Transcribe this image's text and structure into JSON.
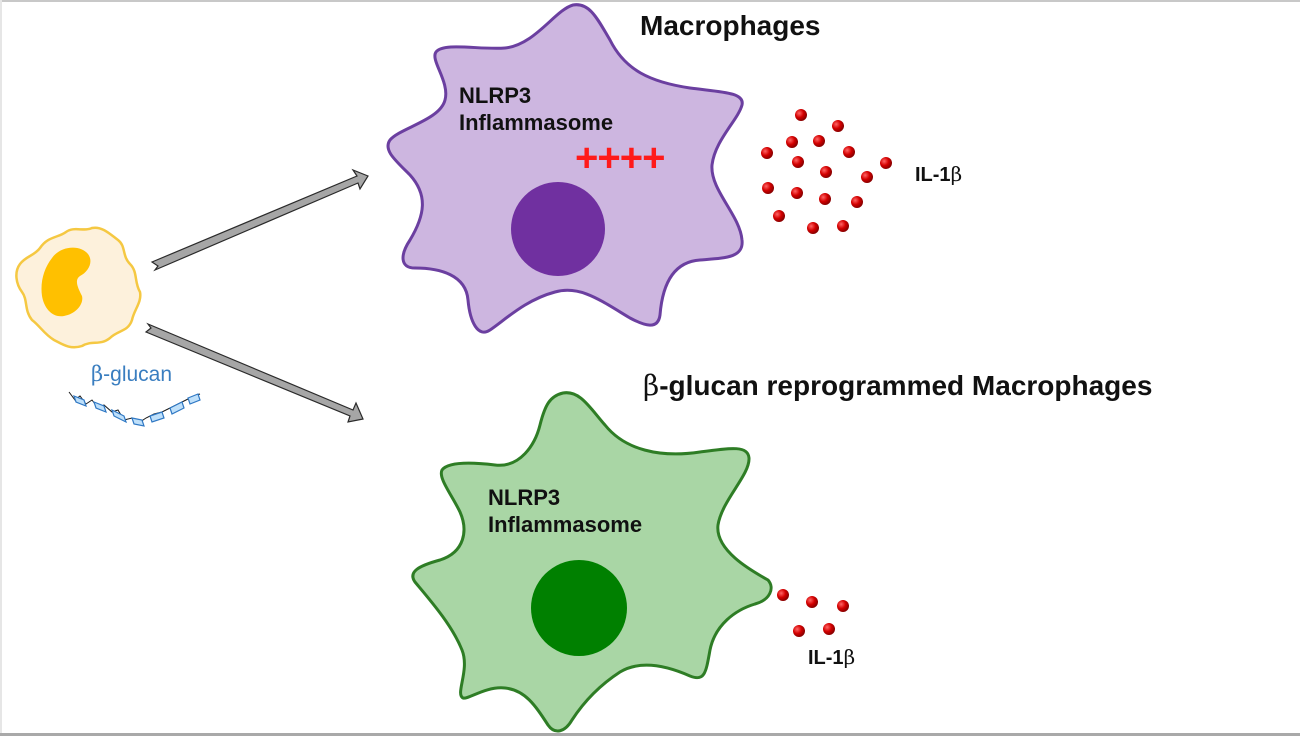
{
  "figure": {
    "top_population": {
      "title": "Macrophages",
      "inflammasome_line1": "NLRP3",
      "inflammasome_line2": "Inflammasome",
      "activity_marker": "++++",
      "cytokine_label_prefix": "IL-1",
      "cytokine_label_greek": "β",
      "cytokine_particle_count": 17,
      "cell_fill": "#cdb6e0",
      "cell_outline": "#6b3fa0",
      "nucleus_color": "#7030a0"
    },
    "bottom_population": {
      "title_greek": "β",
      "title": "-glucan reprogrammed Macrophages",
      "inflammasome_line1": "NLRP3",
      "inflammasome_line2": "Inflammasome",
      "cytokine_label_prefix": "IL-1",
      "cytokine_label_greek": "β",
      "cytokine_particle_count": 5,
      "cell_fill": "#a9d6a5",
      "cell_outline": "#2e7d25",
      "nucleus_color": "#008000"
    },
    "source_cell": {
      "stimulus_greek": "β",
      "stimulus_label": "-glucan",
      "cell_fill": "#fdf1dc",
      "cell_outline": "#f5c842",
      "nucleus_color": "#ffc000",
      "stimulus_color": "#3a7ec0"
    },
    "marker_color": "#ff1a1a",
    "cytokine_color": "#cc0000",
    "arrow_color": "#a6a6a6"
  }
}
